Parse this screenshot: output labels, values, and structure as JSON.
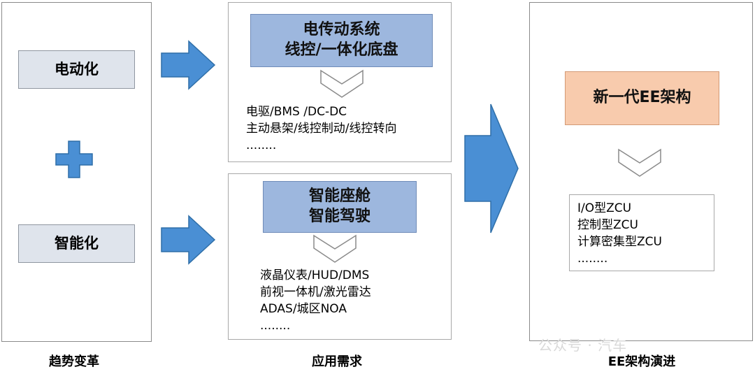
{
  "trend_panel": {
    "electrification": "电动化",
    "intelligence": "智能化",
    "caption": "趋势变革"
  },
  "demand_panel": {
    "top": {
      "title_line1": "电传动系统",
      "title_line2": "线控/一体化底盘",
      "items": [
        "电驱/BMS /DC-DC",
        "主动悬架/线控制动/线控转向",
        "........"
      ]
    },
    "bottom": {
      "title_line1": "智能座舱",
      "title_line2": "智能驾驶",
      "items": [
        "液晶仪表/HUD/DMS",
        "前视一体机/激光雷达",
        "ADAS/城区NOA",
        "........"
      ]
    },
    "caption": "应用需求"
  },
  "ee_panel": {
    "title": "新一代EE架构",
    "items": [
      "I/O型ZCU",
      "控制型ZCU",
      "计算密集型ZCU",
      "........"
    ],
    "caption": "EE架构演进"
  },
  "watermark": "公众号 · 汽车",
  "colors": {
    "arrow_fill": "#4a8fd4",
    "arrow_stroke": "#2f6fa8",
    "chip_blue": "#9db7de",
    "chip_peach": "#f8cbad",
    "chip_gray": "#dfe4ec"
  },
  "icons": {
    "plus": "plus-icon",
    "right_arrow": "right-arrow-icon",
    "chevron": "chevron-down-icon"
  }
}
